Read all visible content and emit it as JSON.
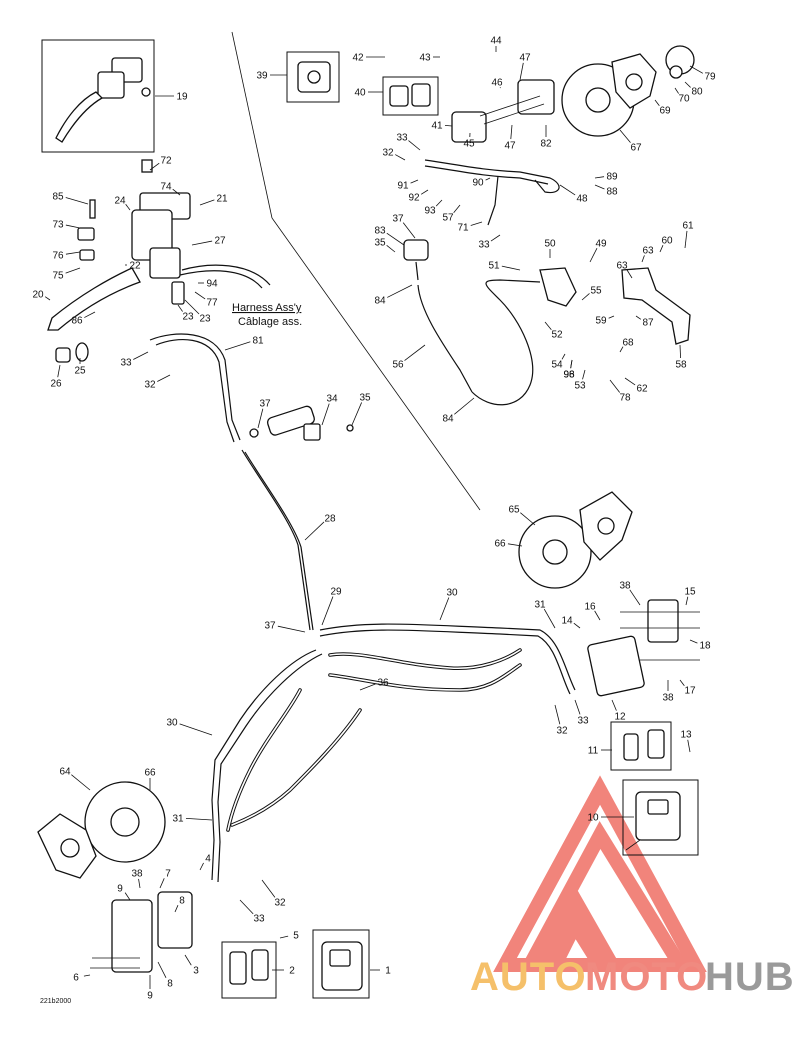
{
  "callouts": [
    "1",
    "2",
    "3",
    "4",
    "5",
    "6",
    "7",
    "8",
    "9",
    "10",
    "11",
    "12",
    "13",
    "14",
    "15",
    "16",
    "17",
    "18",
    "19",
    "20",
    "21",
    "22",
    "23",
    "24",
    "25",
    "26",
    "27",
    "28",
    "29",
    "30",
    "31",
    "32",
    "33",
    "34",
    "35",
    "36",
    "37",
    "38",
    "39",
    "40",
    "41",
    "42",
    "43",
    "44",
    "45",
    "46",
    "47",
    "48",
    "49",
    "50",
    "51",
    "52",
    "53",
    "54",
    "55",
    "56",
    "57",
    "58",
    "59",
    "60",
    "61",
    "62",
    "63",
    "64",
    "65",
    "66",
    "67",
    "68",
    "69",
    "70",
    "71",
    "72",
    "73",
    "74",
    "75",
    "76",
    "77",
    "78",
    "79",
    "80",
    "81",
    "82",
    "83",
    "84",
    "85",
    "86",
    "87",
    "88",
    "89",
    "90",
    "91",
    "92",
    "93",
    "94",
    "96",
    "98"
  ],
  "harness_note": {
    "english": "Harness Ass'y",
    "french": "Câblage ass."
  },
  "drawing_code": "221b2000",
  "watermark": {
    "part1": "AUTO",
    "part2": "MOTO",
    "part3": "HUB",
    "colors": {
      "auto": "#f5c06a",
      "moto": "#f08a80",
      "hub": "#9a9a9a",
      "triangle": "#ef6f64"
    }
  }
}
